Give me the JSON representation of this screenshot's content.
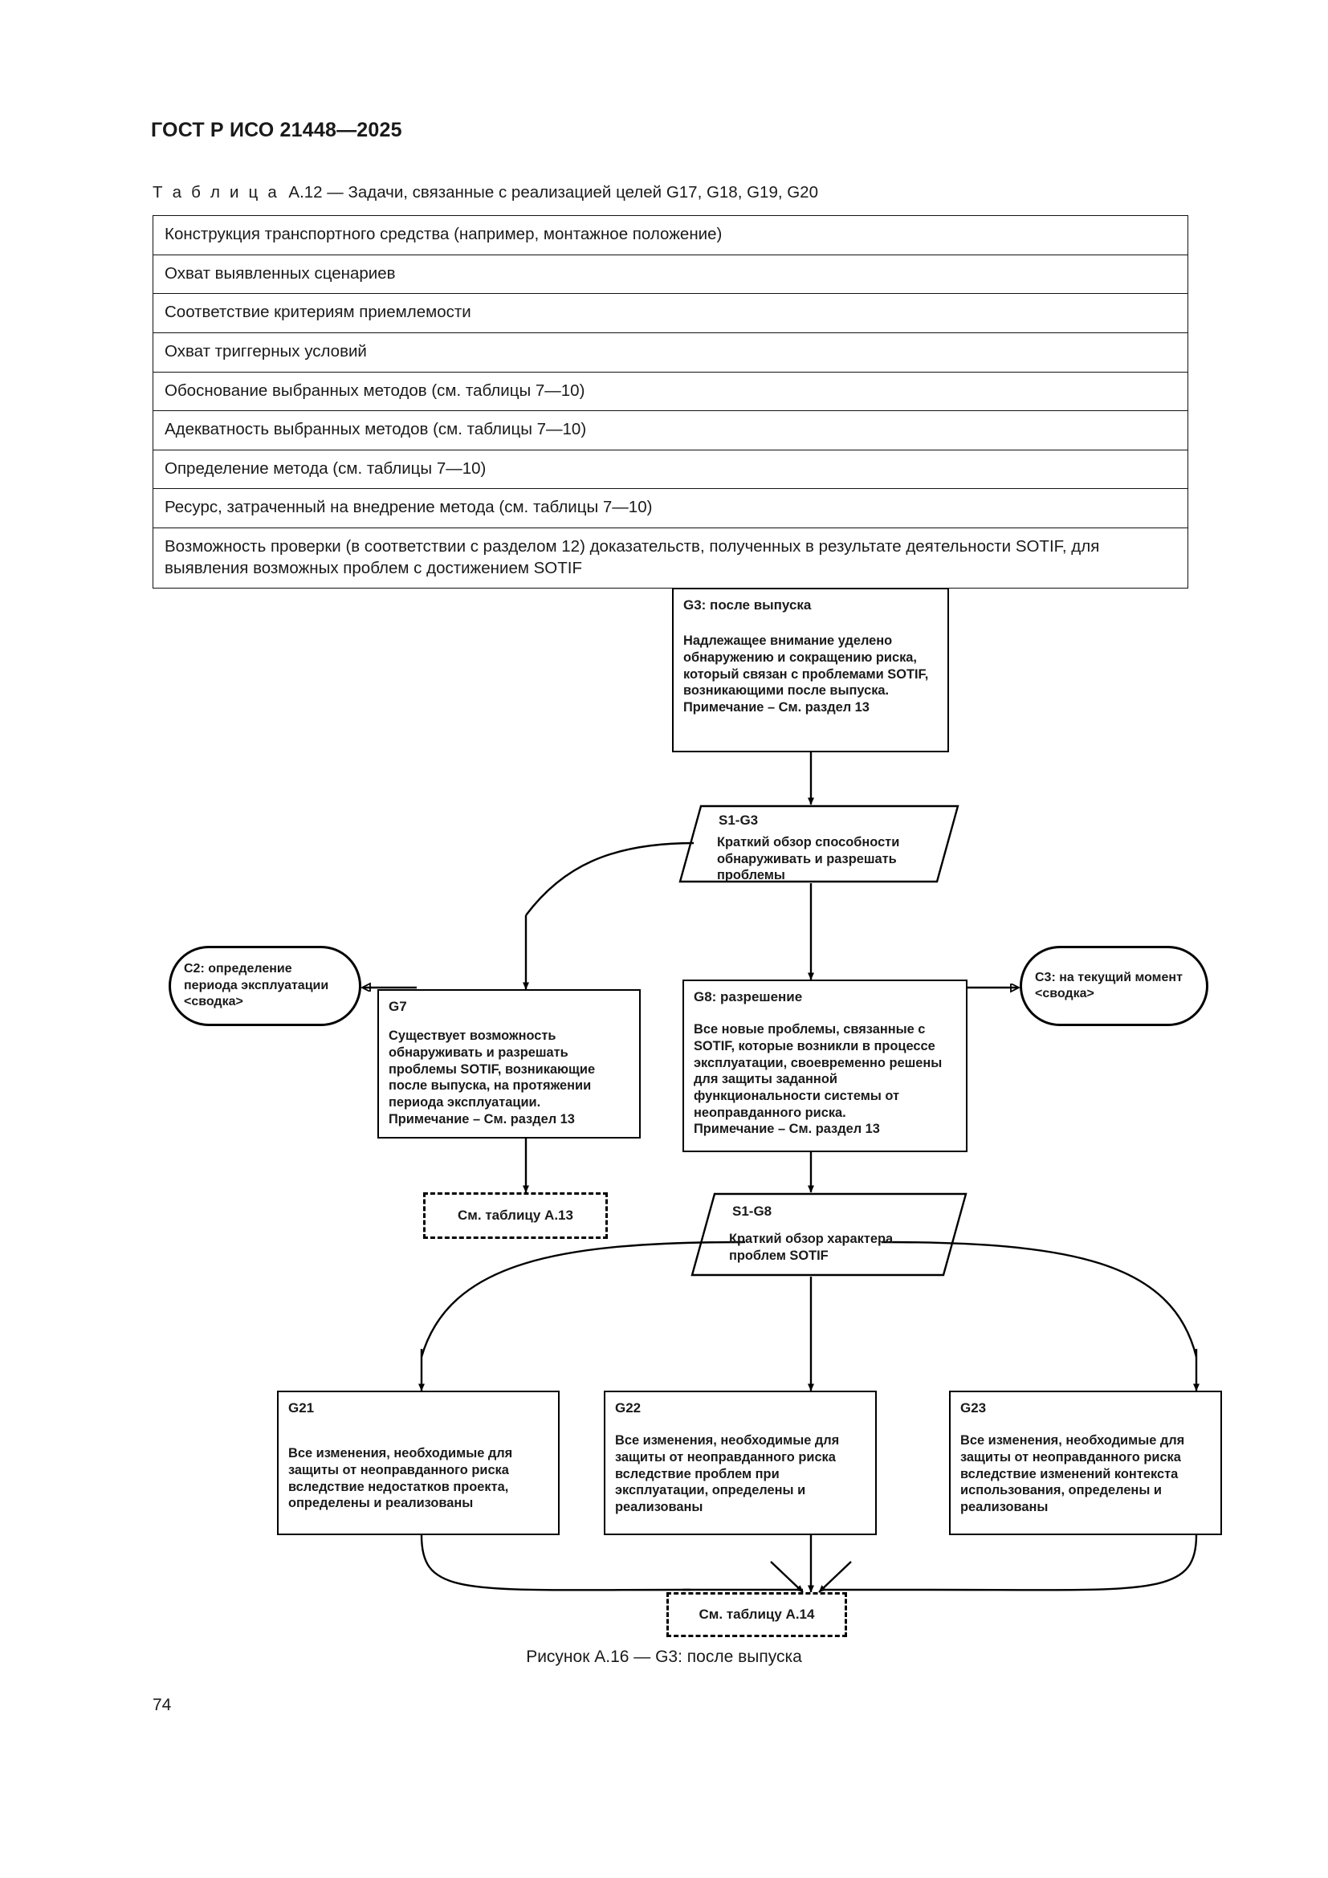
{
  "header": {
    "standard_id": "ГОСТ Р ИСО 21448—2025"
  },
  "table": {
    "caption_label": "Т а б л и ц а",
    "caption_text": "A.12 — Задачи, связанные с реализацией целей G17, G18, G19, G20",
    "rows": [
      "Конструкция транспортного средства (например, монтажное положение)",
      "Охват выявленных сценариев",
      "Соответствие критериям приемлемости",
      "Охват триггерных условий",
      "Обоснование выбранных методов (см. таблицы 7—10)",
      "Адекватность выбранных методов (см. таблицы 7—10)",
      "Определение метода (см. таблицы 7—10)",
      "Ресурс, затраченный на внедрение метода (см. таблицы 7—10)",
      "Возможность проверки (в соответствии с разделом 12) доказательств, полученных в результате деятельности SOTIF, для выявления возможных проблем с достижением SOTIF"
    ]
  },
  "figure": {
    "caption": "Рисунок А.16 — G3: после выпуска",
    "nodes": {
      "g3": {
        "id": "G3: после выпуска",
        "body": "Надлежащее внимание уделено обнаружению и сокращению риска, который связан с проблемами SOTIF, возникающими после выпуска.\nПримечание – См. раздел 13"
      },
      "s1g3": {
        "id": "S1-G3",
        "body": "Краткий обзор способности обнаруживать и разрешать проблемы"
      },
      "g7": {
        "id": "G7",
        "body": "Существует возможность обнаруживать и разрешать проблемы SOTIF, возникающие после выпуска, на протяжении периода эксплуатации.\nПримечание – См. раздел 13"
      },
      "g8": {
        "id": "G8: разрешение",
        "body": "Все новые проблемы, связанные с SOTIF, которые возникли в процессе эксплуатации, своевременно решены для защиты заданной функциональности системы от неоправданного риска.\nПримечание – См. раздел 13"
      },
      "c2": {
        "body": "C2: определение периода эксплуатации <сводка>"
      },
      "c3": {
        "body": "C3: на текущий момент <сводка>"
      },
      "ref_a13": {
        "body": "См. таблицу А.13"
      },
      "s1g8": {
        "id": "S1-G8",
        "body": "Краткий обзор характера проблем SOTIF"
      },
      "g21": {
        "id": "G21",
        "body": "Все изменения, необходимые для защиты от неоправданного риска вследствие недостатков проекта, определены и реализованы"
      },
      "g22": {
        "id": "G22",
        "body": "Все изменения, необходимые для защиты от неоправданного риска вследствие проблем при эксплуатации, определены и реализованы"
      },
      "g23": {
        "id": "G23",
        "body": "Все изменения, необходимые для защиты от неоправданного риска вследствие изменений контекста использования, определены и реализованы"
      },
      "ref_a14": {
        "body": "См. таблицу А.14"
      }
    }
  },
  "page_number": "74"
}
